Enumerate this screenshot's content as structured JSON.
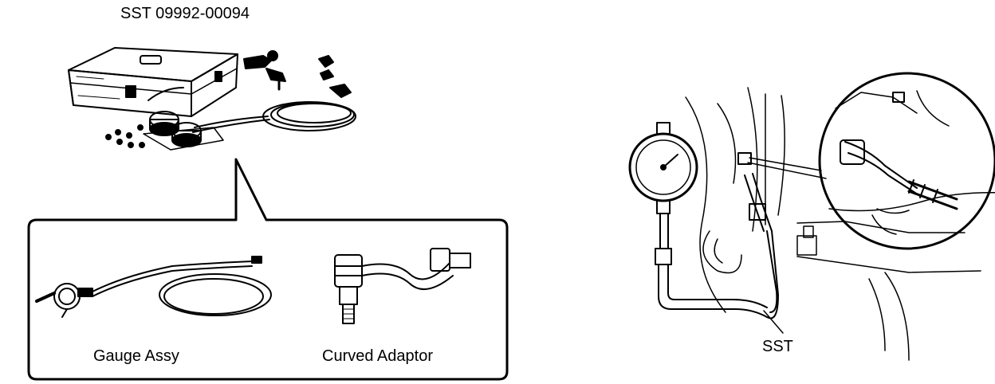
{
  "figure": {
    "kit_part_number": "SST 09992-00094",
    "callout_labels": {
      "gauge": "Gauge Assy",
      "adaptor": "Curved Adaptor"
    },
    "installed_label": "SST"
  },
  "colors": {
    "ink": "#000000",
    "paper": "#ffffff"
  }
}
